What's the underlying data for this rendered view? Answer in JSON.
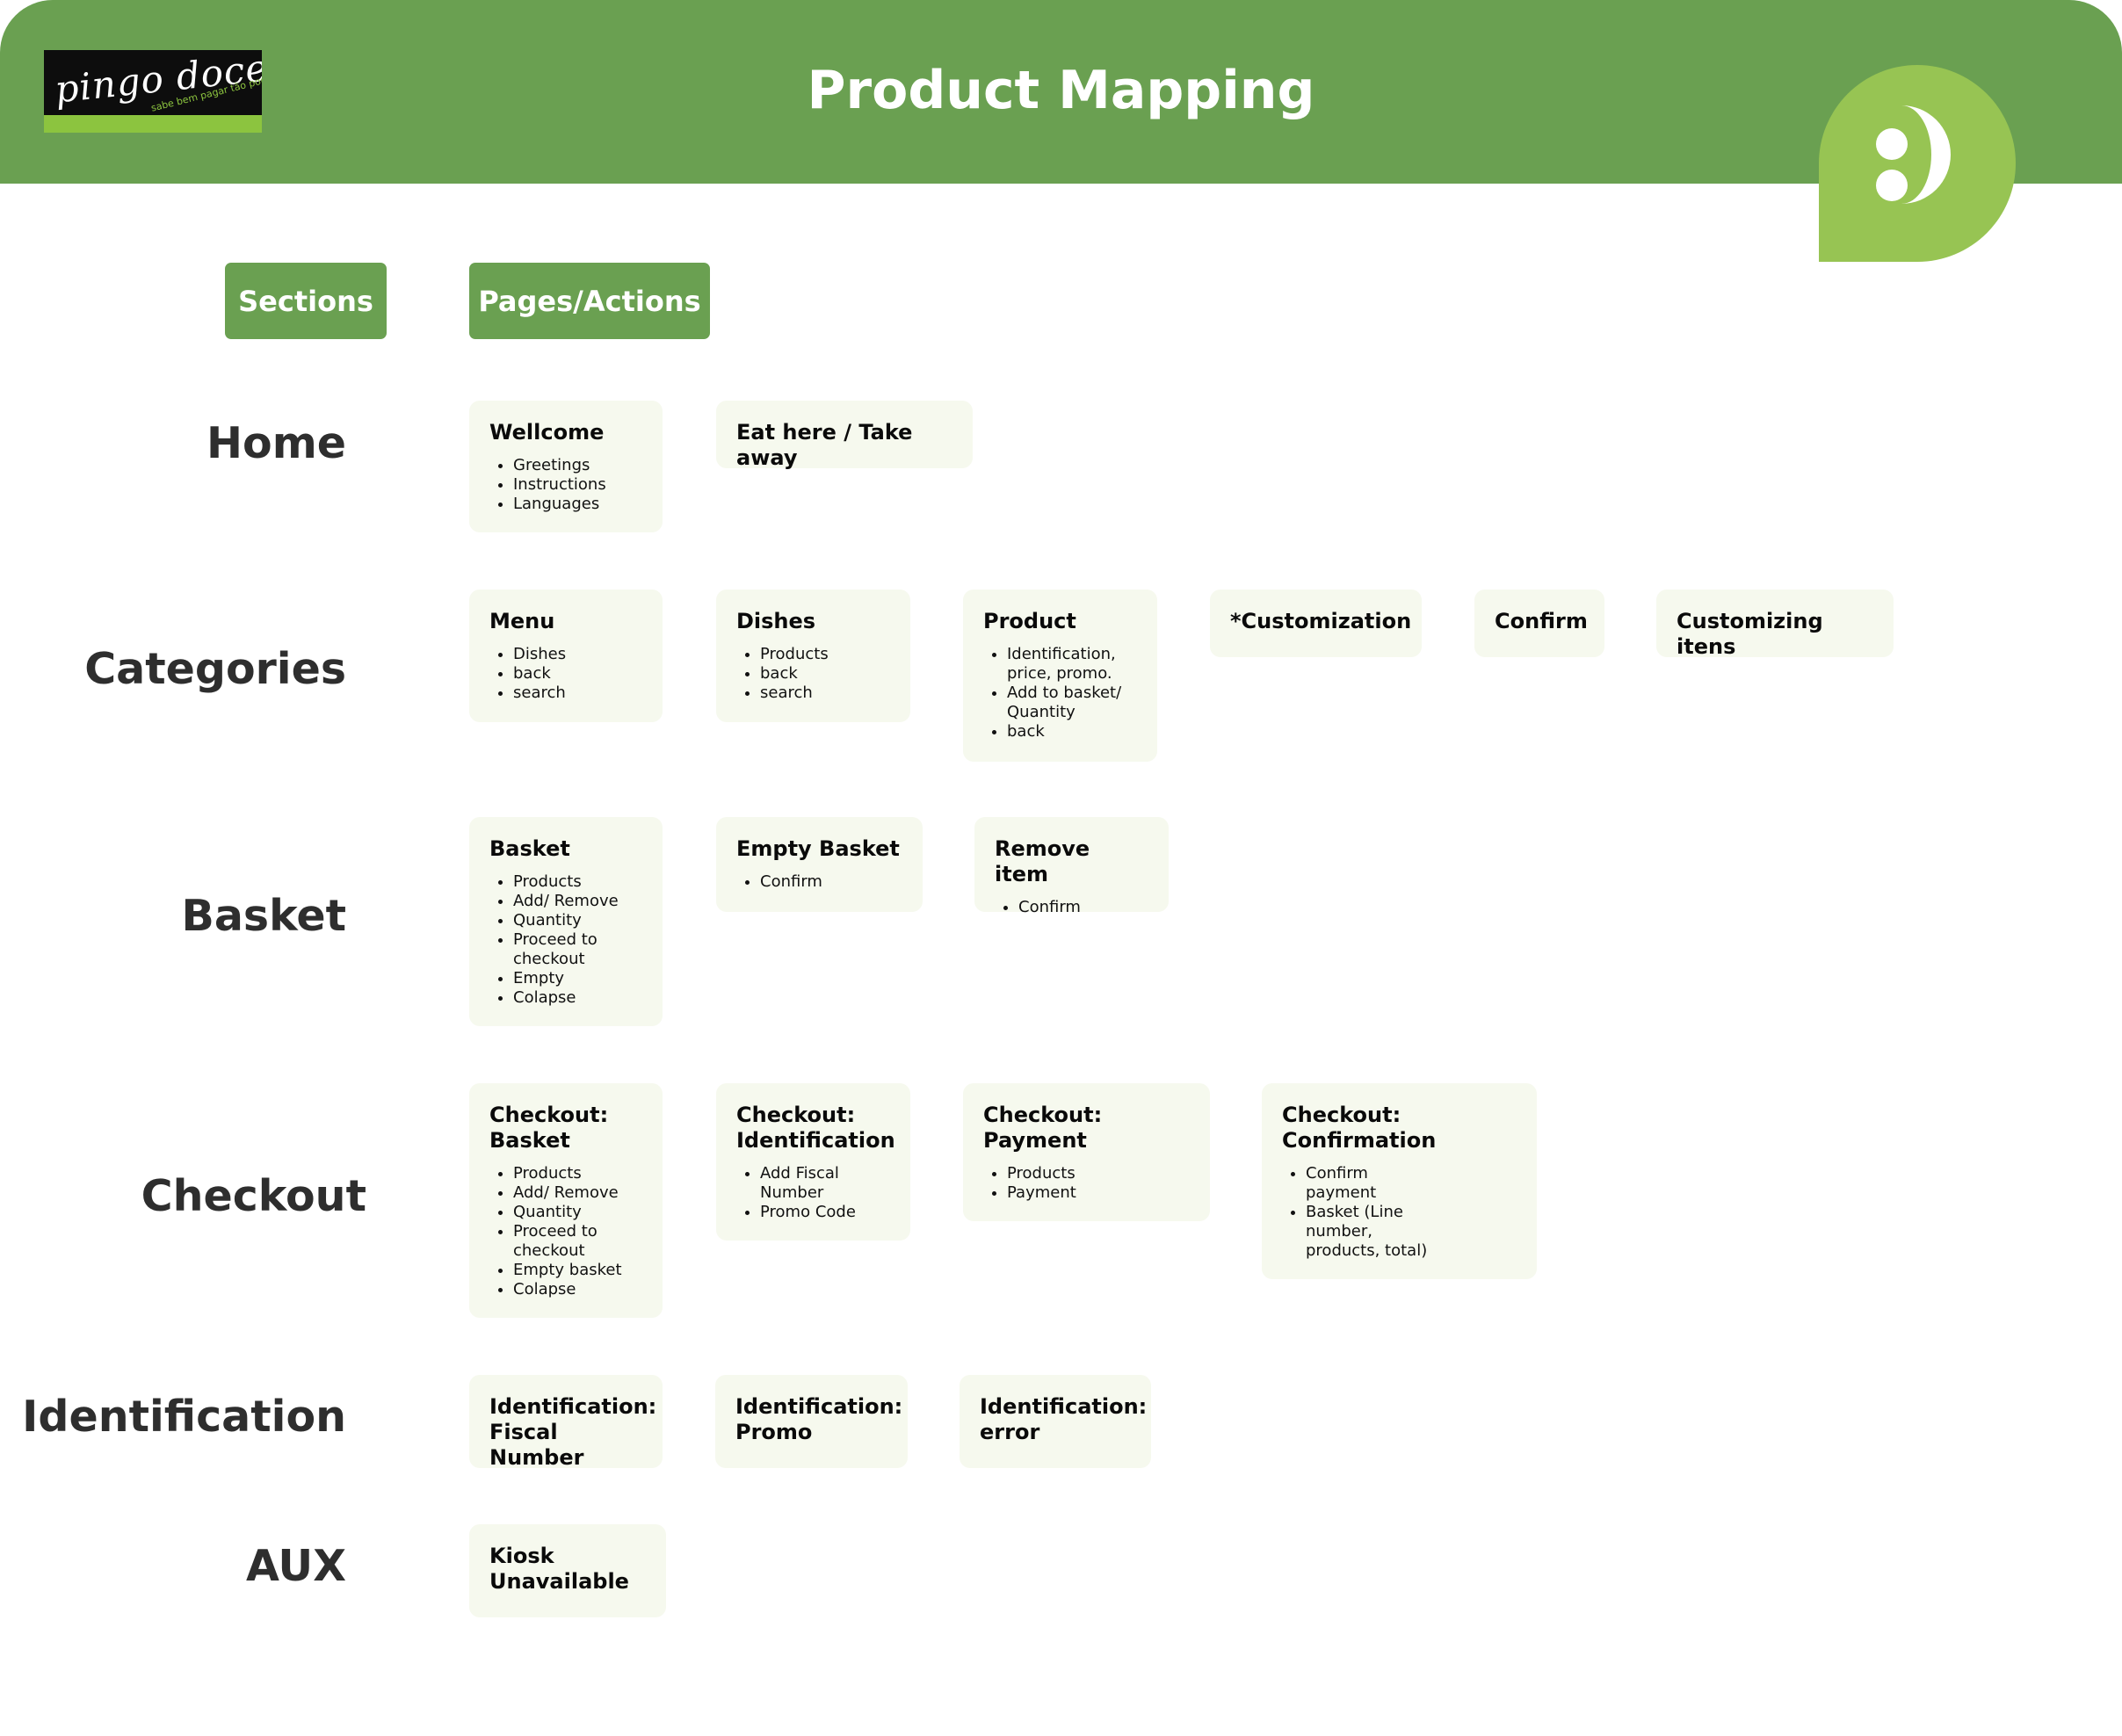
{
  "brand": {
    "logo_script": "pingo doce",
    "logo_tagline": "sabe bem pagar tão pouco"
  },
  "title": "Product Mapping",
  "column_headers": {
    "sections": "Sections",
    "pages": "Pages/Actions"
  },
  "colors": {
    "header_green": "#6aa051",
    "smiley_green": "#97c453",
    "card_background": "#f6f9ee",
    "section_text": "#2e2e2e"
  },
  "rows": [
    {
      "section": "Home",
      "cards": [
        {
          "title": "Wellcome",
          "items": [
            "Greetings",
            "Instructions",
            "Languages"
          ]
        },
        {
          "title": "Eat here / Take away",
          "items": []
        }
      ]
    },
    {
      "section": "Categories",
      "cards": [
        {
          "title": "Menu",
          "items": [
            "Dishes",
            "back",
            "search"
          ]
        },
        {
          "title": "Dishes",
          "items": [
            "Products",
            "back",
            "search"
          ]
        },
        {
          "title": "Product",
          "items": [
            "Identification, price, promo.",
            "Add to basket/ Quantity",
            "back"
          ]
        },
        {
          "title": "*Customization",
          "items": []
        },
        {
          "title": "Confirm",
          "items": []
        },
        {
          "title": "Customizing itens",
          "items": []
        }
      ]
    },
    {
      "section": "Basket",
      "cards": [
        {
          "title": "Basket",
          "items": [
            "Products",
            "Add/ Remove",
            "Quantity",
            "Proceed to checkout",
            "Empty",
            "Colapse"
          ]
        },
        {
          "title": "Empty Basket",
          "items": [
            "Confirm"
          ]
        },
        {
          "title": "Remove item",
          "items": [
            "Confirm"
          ]
        }
      ]
    },
    {
      "section": "Checkout",
      "cards": [
        {
          "title": "Checkout: Basket",
          "items": [
            "Products",
            "Add/ Remove",
            "Quantity",
            "Proceed to checkout",
            "Empty basket",
            "Colapse"
          ]
        },
        {
          "title": "Checkout: Identification",
          "items": [
            "Add Fiscal Number",
            "Promo Code"
          ]
        },
        {
          "title": "Checkout: Payment",
          "items": [
            "Products",
            "Payment"
          ]
        },
        {
          "title": "Checkout: Confirmation",
          "items": [
            "Confirm payment",
            "Basket (Line number, products, total)"
          ]
        }
      ]
    },
    {
      "section": "Identification",
      "cards": [
        {
          "title": "Identification: Fiscal Number",
          "items": []
        },
        {
          "title": "Identification: Promo",
          "items": []
        },
        {
          "title": "Identification: error",
          "items": []
        }
      ]
    },
    {
      "section": "AUX",
      "cards": [
        {
          "title": "Kiosk Unavailable",
          "items": []
        }
      ]
    }
  ]
}
